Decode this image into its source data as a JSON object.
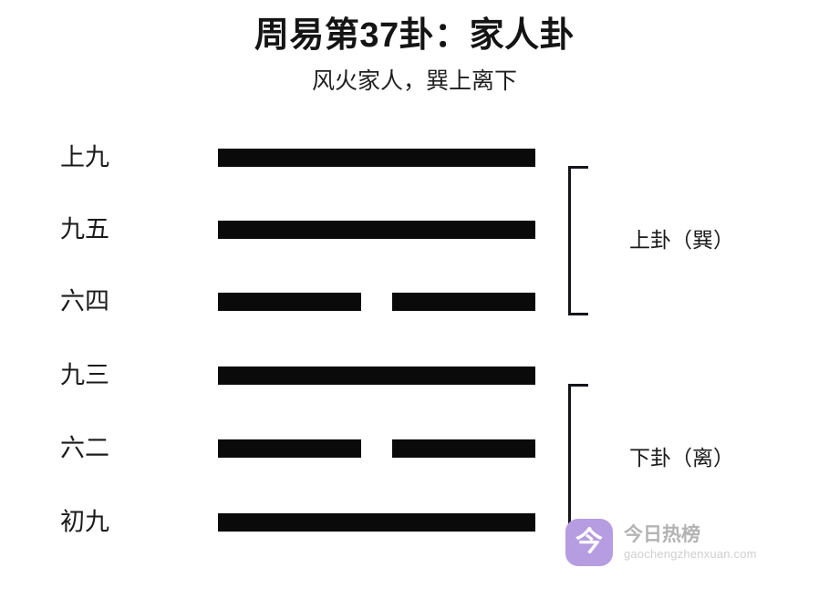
{
  "header": {
    "title": "周易第37卦：家人卦",
    "subtitle": "风火家人，巽上离下"
  },
  "hexagram": {
    "name": "家人卦",
    "number": "37",
    "lines": [
      {
        "label": "上九",
        "type": "yang",
        "position": 6
      },
      {
        "label": "九五",
        "type": "yang",
        "position": 5
      },
      {
        "label": "六四",
        "type": "yin",
        "position": 4
      },
      {
        "label": "九三",
        "type": "yang",
        "position": 3
      },
      {
        "label": "六二",
        "type": "yin",
        "position": 2
      },
      {
        "label": "初九",
        "type": "yang",
        "position": 1
      }
    ],
    "brackets": [
      {
        "label": "上卦（巽）",
        "group": "upper"
      },
      {
        "label": "下卦（离）",
        "group": "lower"
      }
    ]
  },
  "watermark": {
    "logo_glyph": "今",
    "name": "今日热榜",
    "domain": "gaochengzhenxuan.com",
    "logo_color": "#b69ce0",
    "text_color": "#b3b3b3"
  },
  "colors": {
    "background": "#ffffff",
    "line": "#0a0a0a",
    "text": "#1a1a1a",
    "bracket": "#15151c"
  }
}
